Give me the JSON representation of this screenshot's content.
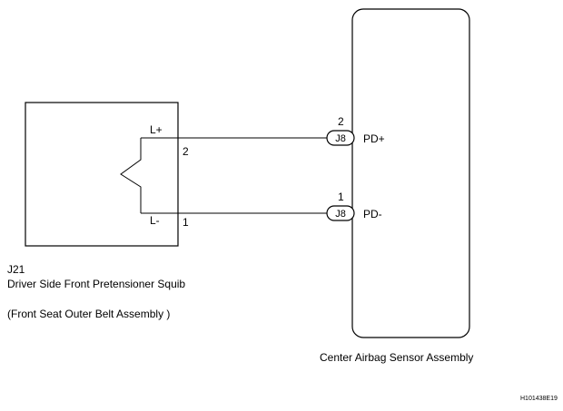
{
  "squib": {
    "code": "J21",
    "name": "Driver Side Front Pretensioner Squib",
    "note": "(Front Seat Outer Belt Assembly )",
    "pins": {
      "lplus_label": "L+",
      "lminus_label": "L-",
      "lplus_pin": "2",
      "lminus_pin": "1"
    }
  },
  "sensor": {
    "name": "Center Airbag Sensor Assembly",
    "connector": "J8",
    "pd_plus_pin": "2",
    "pd_minus_pin": "1",
    "pd_plus_label": "PD+",
    "pd_minus_label": "PD-"
  },
  "figure_id": "H101438E19"
}
